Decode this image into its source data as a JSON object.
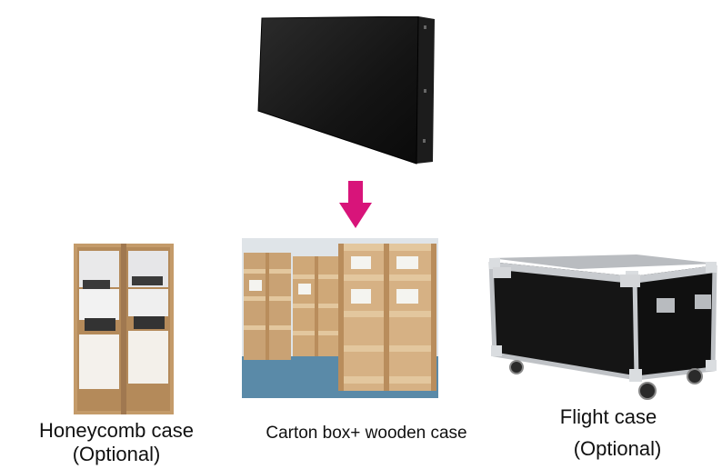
{
  "colors": {
    "arrow": "#d8147a",
    "background": "#ffffff"
  },
  "icons": {
    "arrow": "down-arrow-icon"
  },
  "captions": {
    "honeycomb": {
      "line1": "Honeycomb case",
      "line2": "(Optional)"
    },
    "carton": {
      "line1": "Carton box+ wooden case"
    },
    "flight": {
      "line1": "Flight case",
      "line2": "(Optional)"
    }
  }
}
